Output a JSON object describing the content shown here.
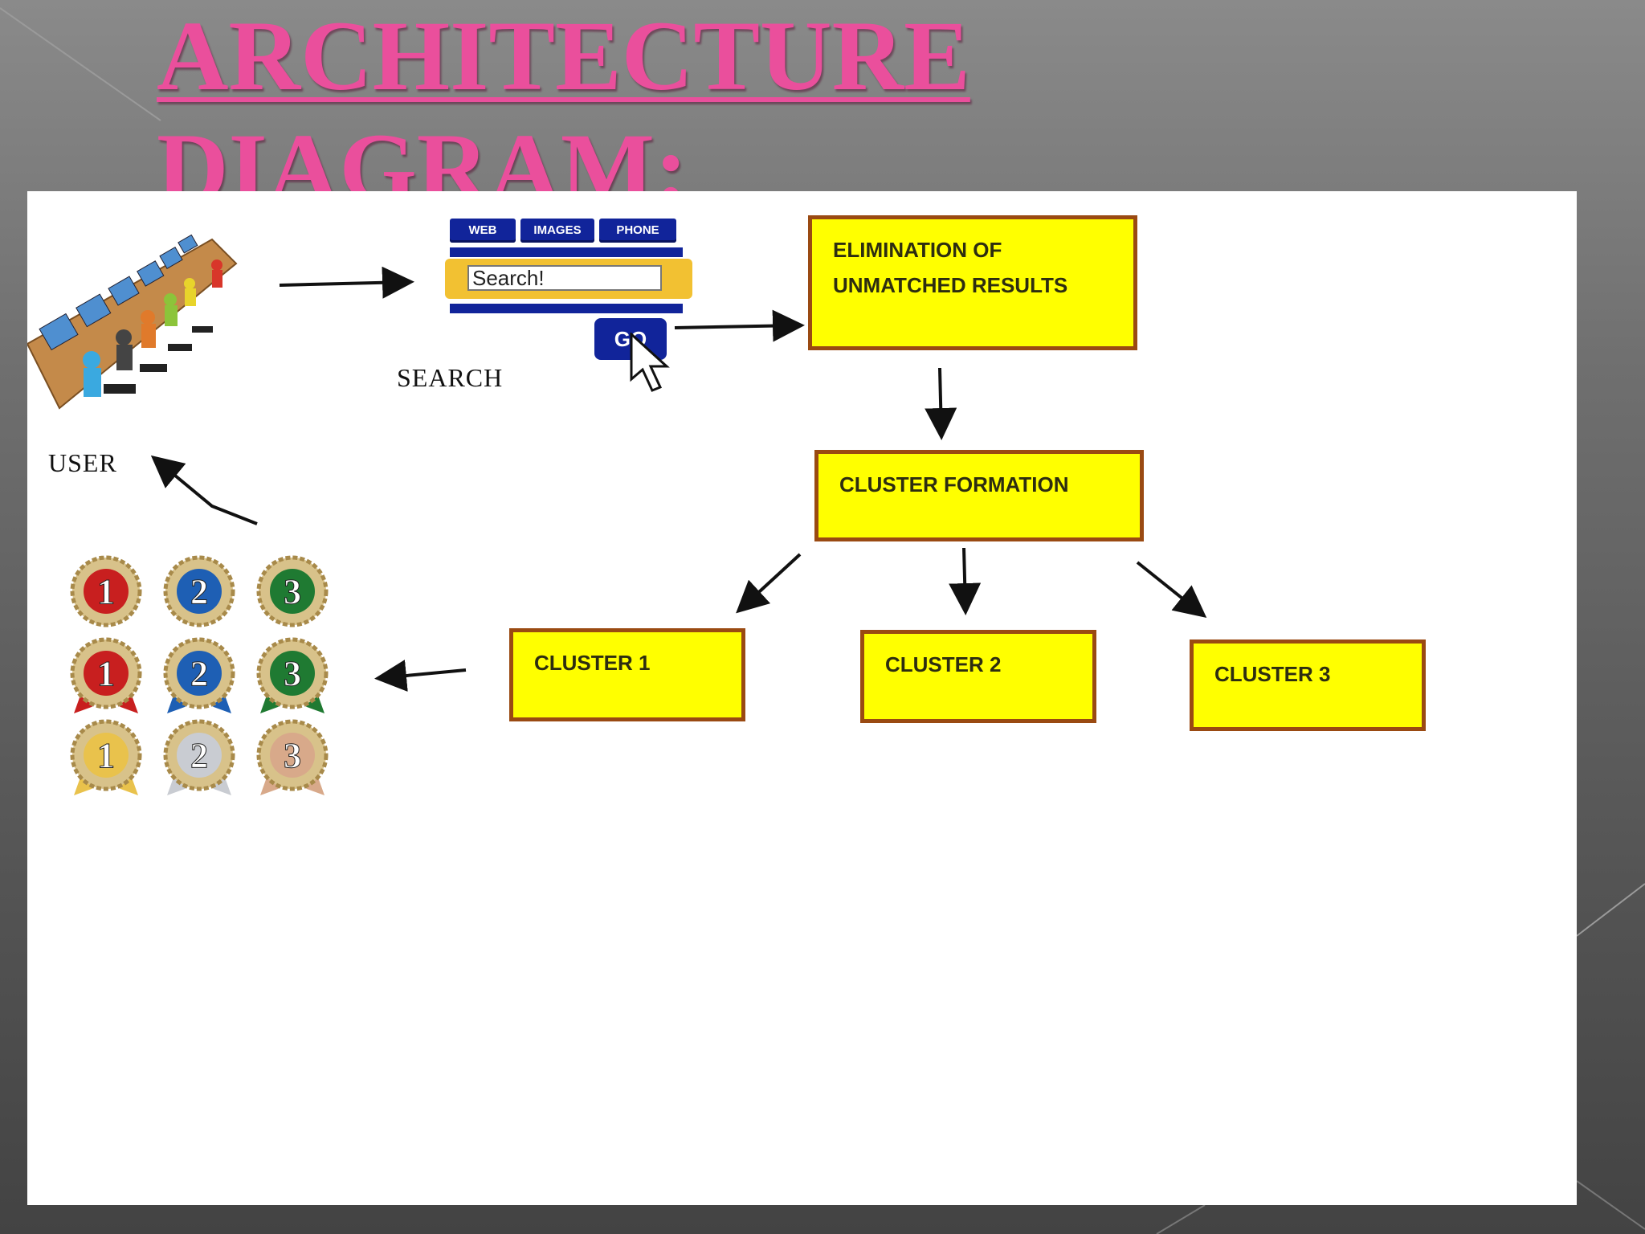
{
  "title": {
    "line1": "ARCHITECTURE",
    "line2": "DIAGRAM:"
  },
  "search_widget": {
    "tabs": [
      "WEB",
      "IMAGES",
      "PHONE"
    ],
    "input_value": "Search!",
    "go_label": "GO"
  },
  "labels": {
    "search": "SEARCH",
    "user": "USER"
  },
  "boxes": {
    "elimination": {
      "line1": "ELIMINATION OF",
      "line2": "UNMATCHED RESULTS"
    },
    "cluster_formation": "CLUSTER FORMATION",
    "cluster1": "CLUSTER 1",
    "cluster2": "CLUSTER 2",
    "cluster3": "CLUSTER 3"
  },
  "medals": [
    {
      "label": "1",
      "color": "#c81f1f"
    },
    {
      "label": "2",
      "color": "#1e5fb4"
    },
    {
      "label": "3",
      "color": "#1f7a32"
    },
    {
      "label": "1",
      "color": "#c81f1f"
    },
    {
      "label": "2",
      "color": "#1e5fb4"
    },
    {
      "label": "3",
      "color": "#1f7a32"
    },
    {
      "label": "1",
      "color": "#e9c24c"
    },
    {
      "label": "2",
      "color": "#c9ccd2"
    },
    {
      "label": "3",
      "color": "#d8a98a"
    }
  ],
  "colors": {
    "title": "#ea4f9c",
    "box_fill": "#ffff00",
    "box_border": "#9a4a12",
    "search_blue": "#11249a"
  },
  "icons": [
    "users-at-computers-icon",
    "mouse-cursor-icon",
    "ranking-medals-icon"
  ]
}
